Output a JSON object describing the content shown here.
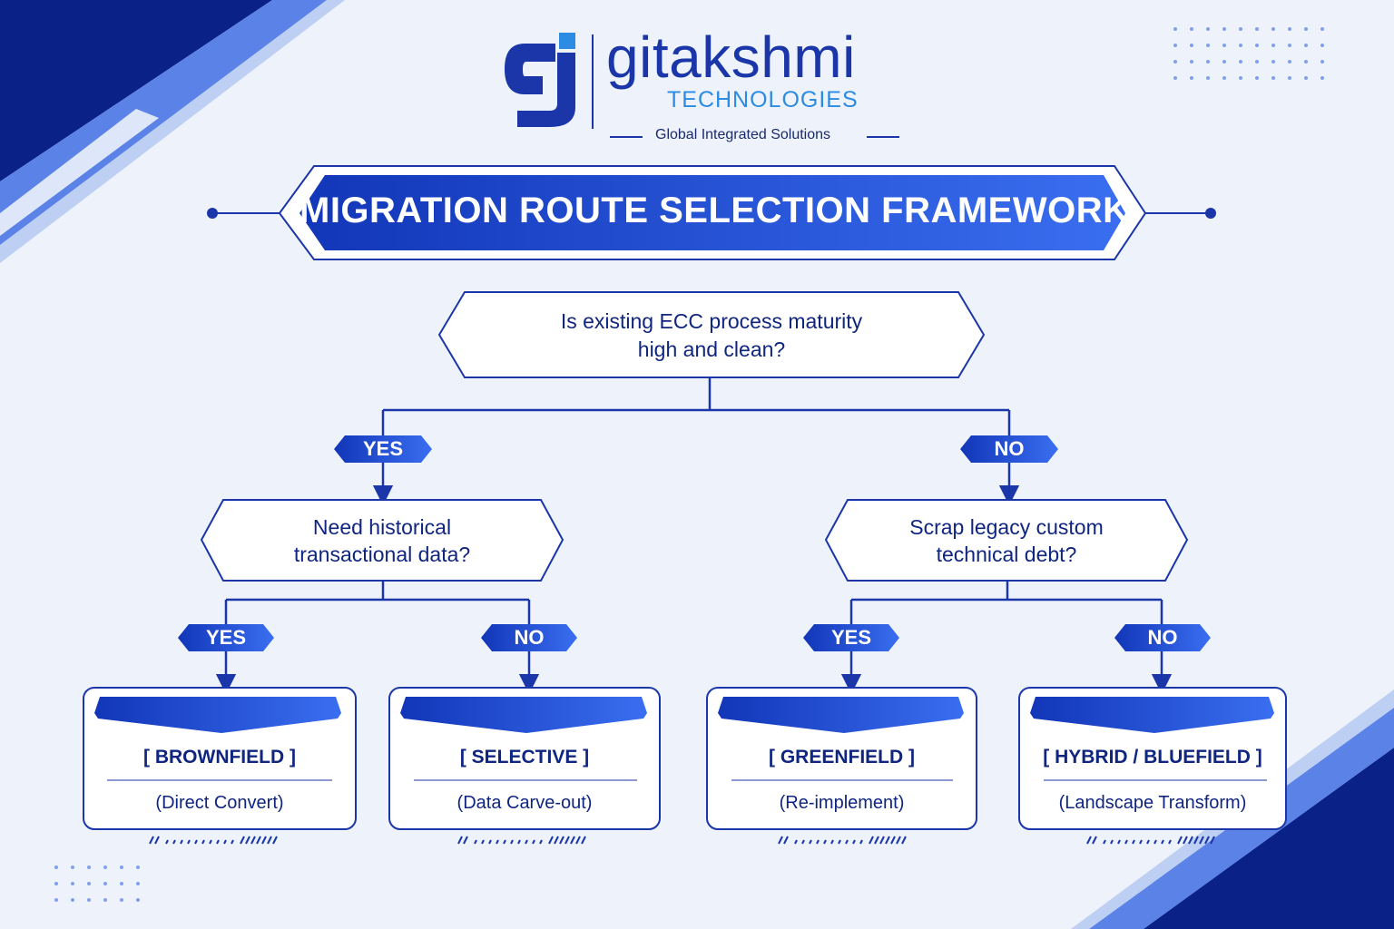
{
  "brand": {
    "name": "gitakshmi",
    "subtitle": "TECHNOLOGIES",
    "tagline": "Global Integrated Solutions",
    "primary_color": "#1a36a8",
    "accent_color": "#2c8be2",
    "logo_icon": "gi-monogram-icon"
  },
  "title": "MIGRATION ROUTE SELECTION FRAMEWORK",
  "root_question": {
    "line1": "Is existing ECC process maturity",
    "line2": "high and clean?"
  },
  "yes_branch": {
    "label": "YES",
    "question": {
      "line1": "Need historical",
      "line2": "transactional data?"
    },
    "yes_label": "YES",
    "no_label": "NO"
  },
  "no_branch": {
    "label": "NO",
    "question": {
      "line1": "Scrap legacy custom",
      "line2": "technical debt?"
    },
    "yes_label": "YES",
    "no_label": "NO"
  },
  "outcomes": [
    {
      "title": "[ BROWNFIELD ]",
      "desc": "(Direct Convert)"
    },
    {
      "title": "[ SELECTIVE ]",
      "desc": "(Data Carve-out)"
    },
    {
      "title": "[ GREENFIELD ]",
      "desc": "(Re-implement)"
    },
    {
      "title": "[ HYBRID / BLUEFIELD ]",
      "desc": "(Landscape Transform)"
    }
  ]
}
